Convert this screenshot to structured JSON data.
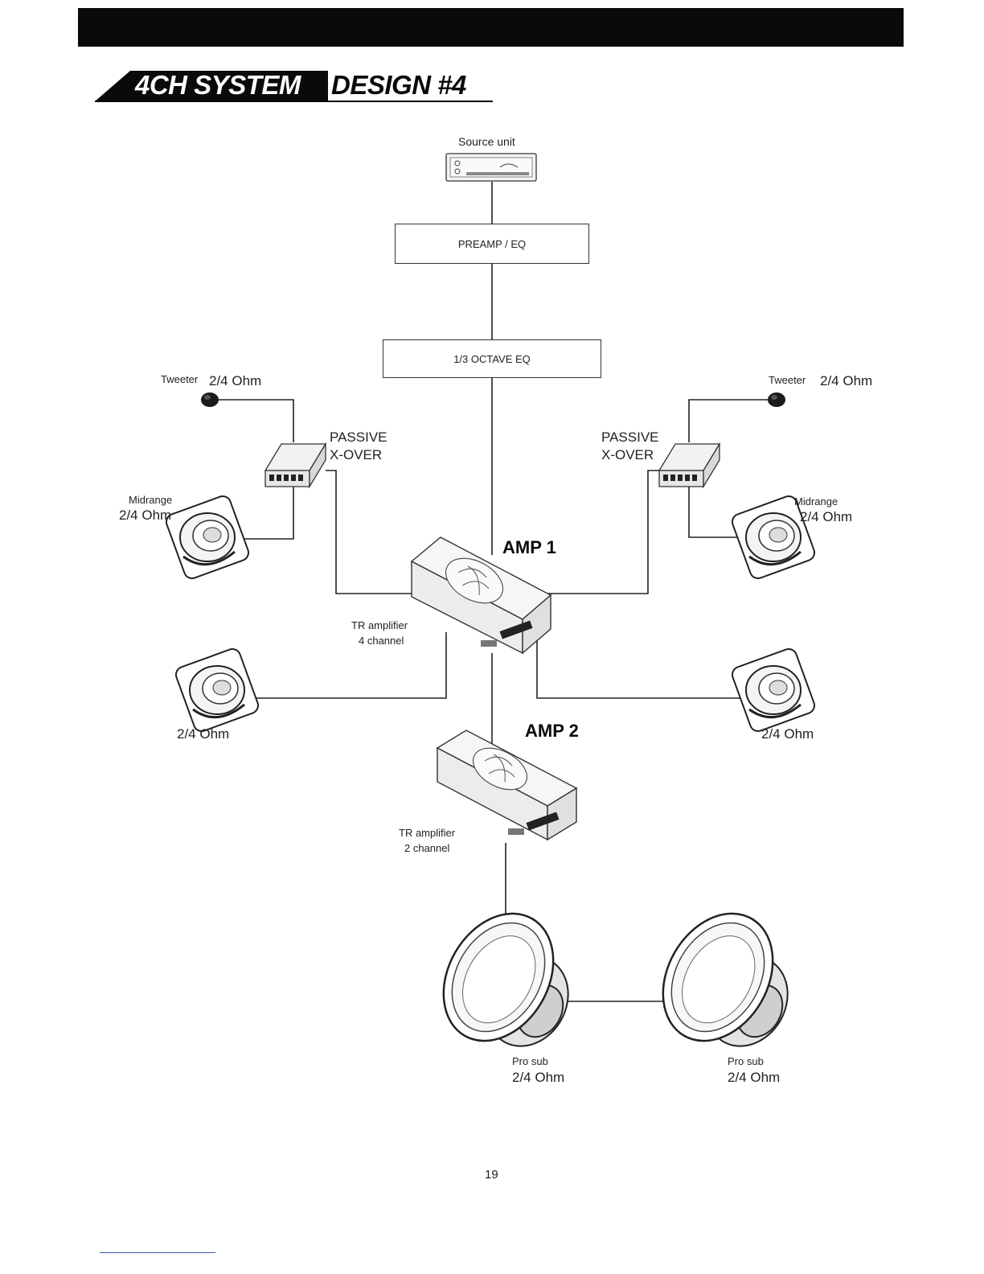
{
  "header": {
    "title_part1": "4CH SYSTEM",
    "title_part2": "DESIGN #4"
  },
  "diagram": {
    "source_unit": "Source unit",
    "preamp_eq": "PREAMP / EQ",
    "octave_eq": "1/3 OCTAVE  EQ",
    "left": {
      "tweeter_label": "Tweeter",
      "tweeter_ohm": "2/4 Ohm",
      "xover_line1": "PASSIVE",
      "xover_line2": "X-OVER",
      "midrange_label": "Midrange",
      "midrange_ohm": "2/4 Ohm",
      "rear_ohm": "2/4 Ohm"
    },
    "right": {
      "tweeter_label": "Tweeter",
      "tweeter_ohm": "2/4 Ohm",
      "xover_line1": "PASSIVE",
      "xover_line2": "X-OVER",
      "midrange_label": "Midrange",
      "midrange_ohm": "2/4 Ohm",
      "rear_ohm": "2/4 Ohm"
    },
    "amp1": "AMP 1",
    "amp1_desc_line1": "TR amplifier",
    "amp1_desc_line2": "4 channel",
    "amp2": "AMP 2",
    "amp2_desc_line1": "TR amplifier",
    "amp2_desc_line2": "2 channel",
    "sub_left_label": "Pro sub",
    "sub_left_ohm": "2/4 Ohm",
    "sub_right_label": "Pro sub",
    "sub_right_ohm": "2/4 Ohm"
  },
  "footer": {
    "page_number": "19"
  }
}
